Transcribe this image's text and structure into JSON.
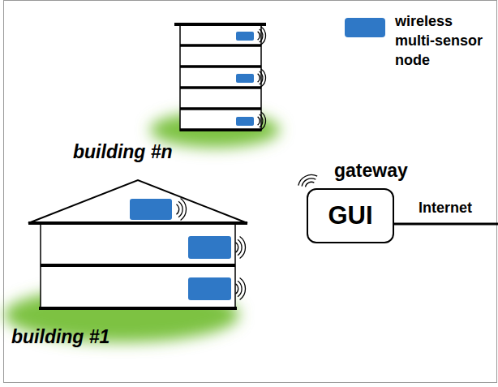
{
  "diagram": {
    "nodes": [
      {
        "text": [
          "GUI"
        ]
      }
    ],
    "labels": [
      "building #n",
      "building #1",
      "gateway",
      "Internet"
    ],
    "legend": [
      {
        "text": "wireless multi-sensor node",
        "color": "#2f78c6"
      }
    ]
  }
}
